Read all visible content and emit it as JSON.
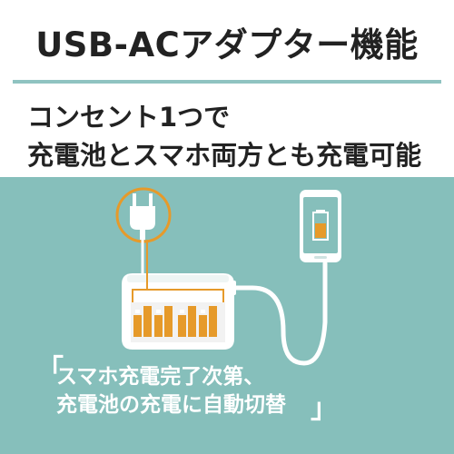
{
  "title": "USB-ACアダプター機能",
  "headline": {
    "line1": "コンセント1つで",
    "line2": "充電池とスマホ両方とも充電可能"
  },
  "caption": {
    "open_bracket": "「",
    "line1": "スマホ充電完了次第、",
    "line2": "充電池の充電に自動切替",
    "close_bracket": "」"
  },
  "colors": {
    "accent": "#86bfbb",
    "rule": "#8fc3c1",
    "highlight": "#e69a2a",
    "text": "#222222"
  },
  "icons": [
    "ac-plug-icon",
    "charger-unit-icon",
    "smartphone-icon",
    "usb-cable-icon",
    "phone-battery-icon"
  ]
}
